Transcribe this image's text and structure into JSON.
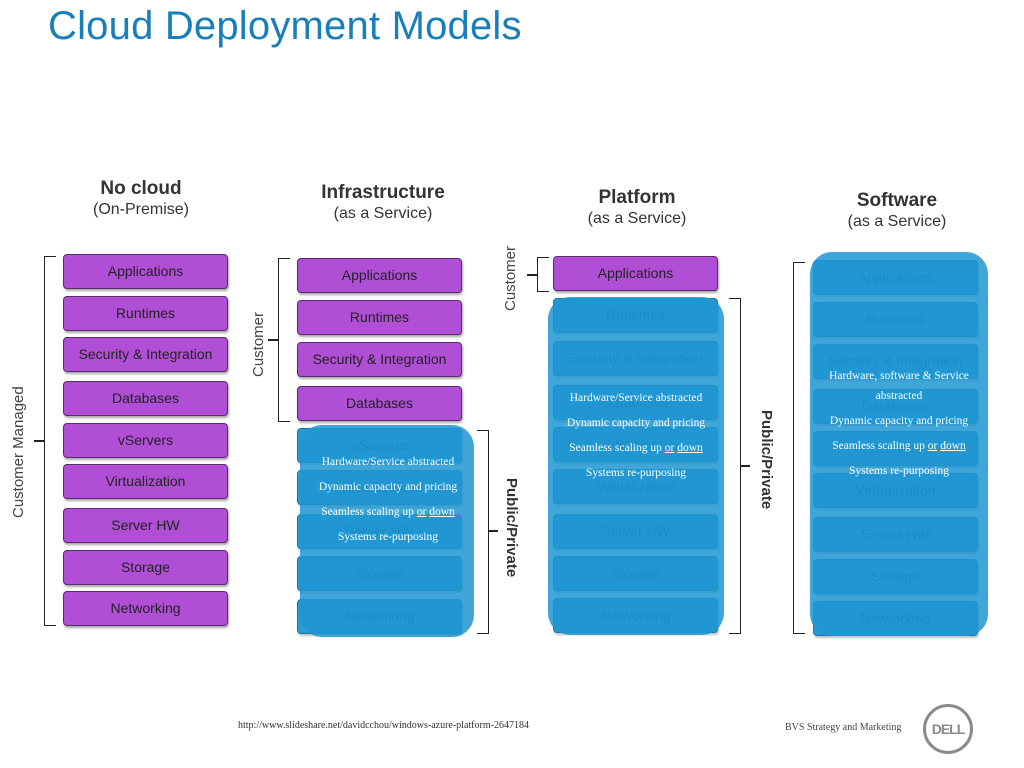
{
  "title": "Cloud Deployment Models",
  "columns": [
    {
      "title": "No cloud",
      "subtitle": "(On-Premise)"
    },
    {
      "title": "Infrastructure",
      "subtitle": "(as a Service)"
    },
    {
      "title": "Platform",
      "subtitle": "(as a Service)"
    },
    {
      "title": "Software",
      "subtitle": "(as a Service)"
    }
  ],
  "layers": [
    "Applications",
    "Runtimes",
    "Security & Integration",
    "Databases",
    "vServers",
    "Virtualization",
    "Server HW",
    "Storage",
    "Networking"
  ],
  "labels": {
    "customer_managed": "Customer Managed",
    "customer": "Customer",
    "public_private": "Public/Private"
  },
  "abstraction_items": {
    "iaas_first": "Hardware/Service abstracted",
    "saas_first": "Hardware, software & Service abstracted",
    "dynamic": "Dynamic capacity and pricing",
    "seamless_prefix": "Seamless scaling up ",
    "seamless_or": "or",
    "seamless_down": "down",
    "repurpose": "Systems re-purposing"
  },
  "footer": {
    "url": "http://www.slideshare.net/davidcchou/windows-azure-platform-2647184",
    "brand": "BVS Strategy and Marketing",
    "logo": "DELL"
  },
  "colors": {
    "title": "#1a7fb8",
    "customer_layer": "#b04fd6",
    "provider_layer": "#2a9bd2"
  }
}
